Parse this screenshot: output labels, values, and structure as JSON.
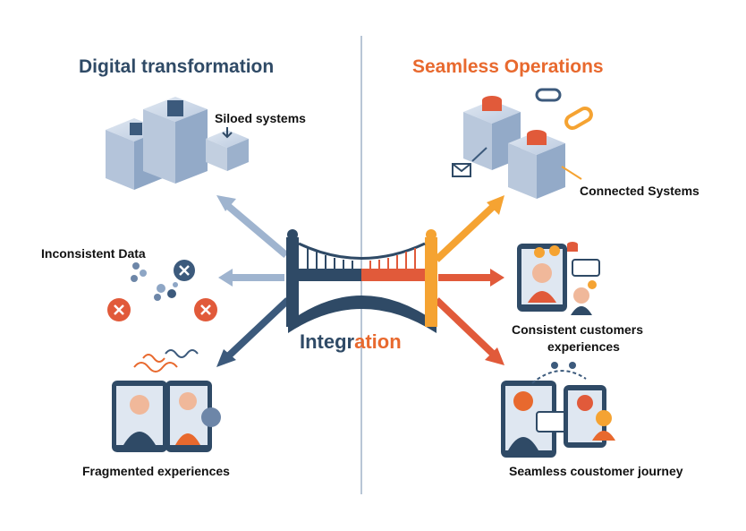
{
  "left": {
    "title": "Digital transformation",
    "siloed": "Siloed systems",
    "inconsistent": "Inconsistent Data",
    "fragmented": "Fragmented experiences"
  },
  "right": {
    "title": "Seamless Operations",
    "connected": "Connected Systems",
    "consistent_line1": "Consistent customers",
    "consistent_line2": "experiences",
    "journey": "Seamless coustomer journey"
  },
  "center": {
    "label_part1": "Integr",
    "label_part2": "ation"
  },
  "colors": {
    "navy": "#2f4a66",
    "orange": "#e8692e",
    "light_blue": "#9fb4cf",
    "red": "#e15a3a"
  }
}
